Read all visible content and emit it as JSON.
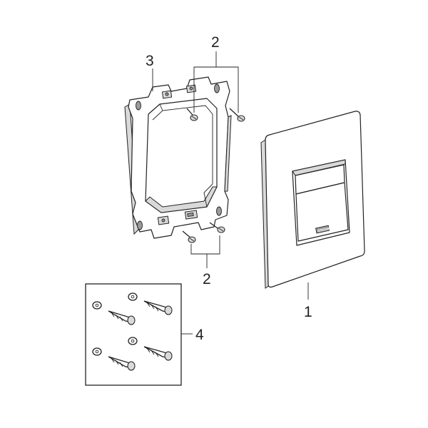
{
  "callouts": {
    "part_1": "1",
    "part_2_top": "2",
    "part_2_bottom": "2",
    "part_3": "3",
    "part_4": "4"
  },
  "logo": {
    "text": "GROHE"
  },
  "colors": {
    "line": "#222222",
    "shade": "#d9d9d9",
    "background": "#ffffff"
  }
}
